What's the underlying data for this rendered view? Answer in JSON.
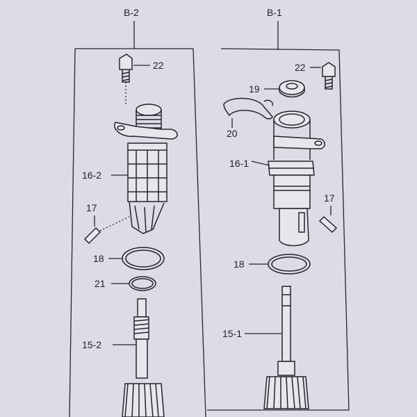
{
  "panels": [
    {
      "id": "B-2",
      "label": "B-2"
    },
    {
      "id": "B-1",
      "label": "B-1"
    }
  ],
  "callouts": {
    "left": {
      "bolt": "22",
      "sleeve": "16-2",
      "pin": "17",
      "oring_large": "18",
      "oring_small": "21",
      "shaft": "15-2"
    },
    "right": {
      "bolt": "22",
      "seal": "19",
      "clip": "20",
      "sleeve": "16-1",
      "pin": "17",
      "oring": "18",
      "shaft": "15-1"
    }
  }
}
